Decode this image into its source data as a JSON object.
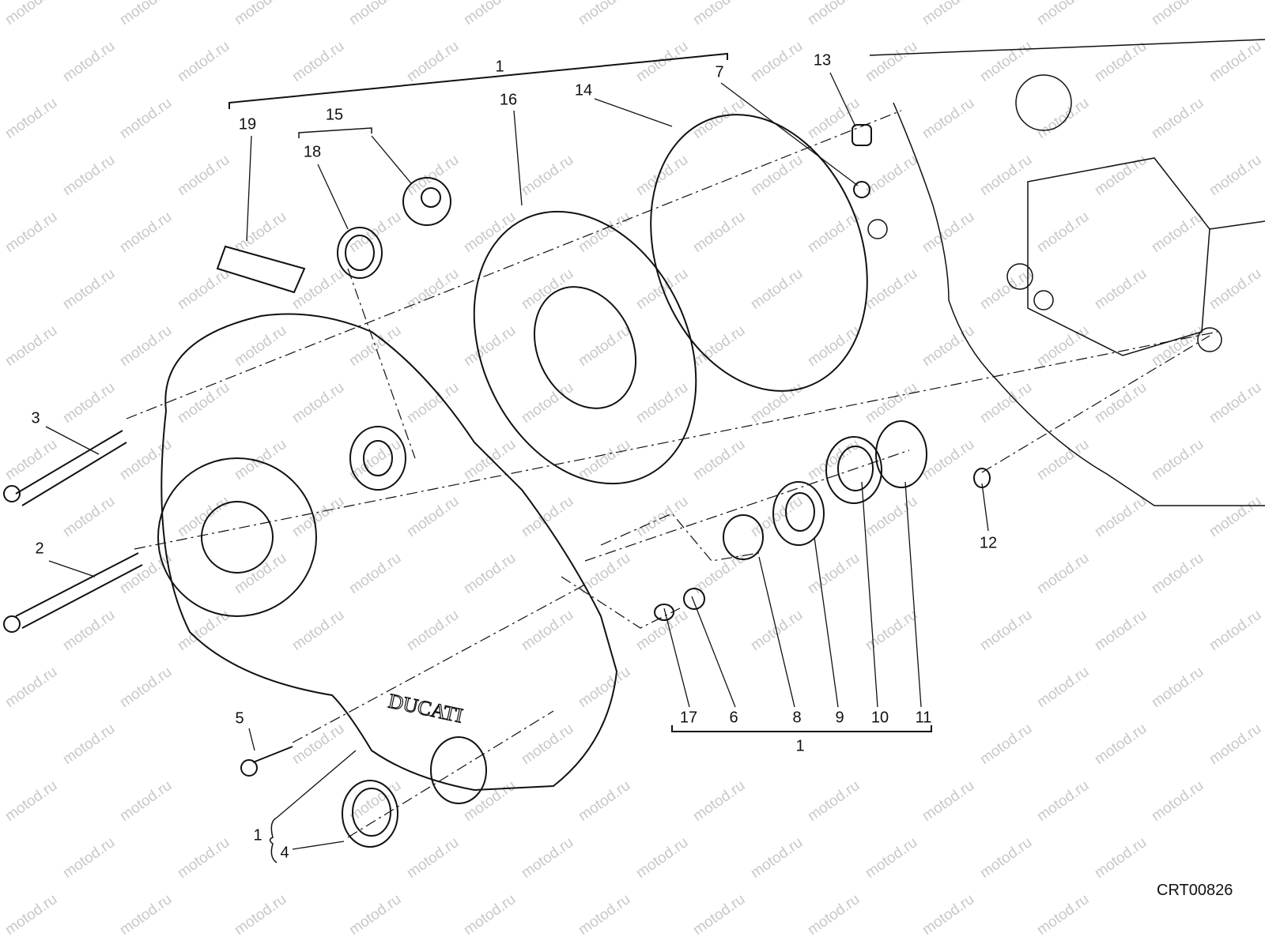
{
  "watermark": "motod.ru",
  "drawing_code": "CRT00826",
  "brand_marking": "DUCATI",
  "callouts": [
    {
      "id": "group-1-top",
      "text": "1"
    },
    {
      "id": "7",
      "text": "7"
    },
    {
      "id": "13",
      "text": "13"
    },
    {
      "id": "14",
      "text": "14"
    },
    {
      "id": "16",
      "text": "16"
    },
    {
      "id": "15",
      "text": "15"
    },
    {
      "id": "19",
      "text": "19"
    },
    {
      "id": "18",
      "text": "18"
    },
    {
      "id": "3",
      "text": "3"
    },
    {
      "id": "2",
      "text": "2"
    },
    {
      "id": "5",
      "text": "5"
    },
    {
      "id": "12",
      "text": "12"
    },
    {
      "id": "17",
      "text": "17"
    },
    {
      "id": "6",
      "text": "6"
    },
    {
      "id": "8",
      "text": "8"
    },
    {
      "id": "9",
      "text": "9"
    },
    {
      "id": "10",
      "text": "10"
    },
    {
      "id": "11",
      "text": "11"
    },
    {
      "id": "group-1-bottom",
      "text": "1"
    },
    {
      "id": "group-1-left",
      "text": "1"
    },
    {
      "id": "4",
      "text": "4"
    }
  ]
}
